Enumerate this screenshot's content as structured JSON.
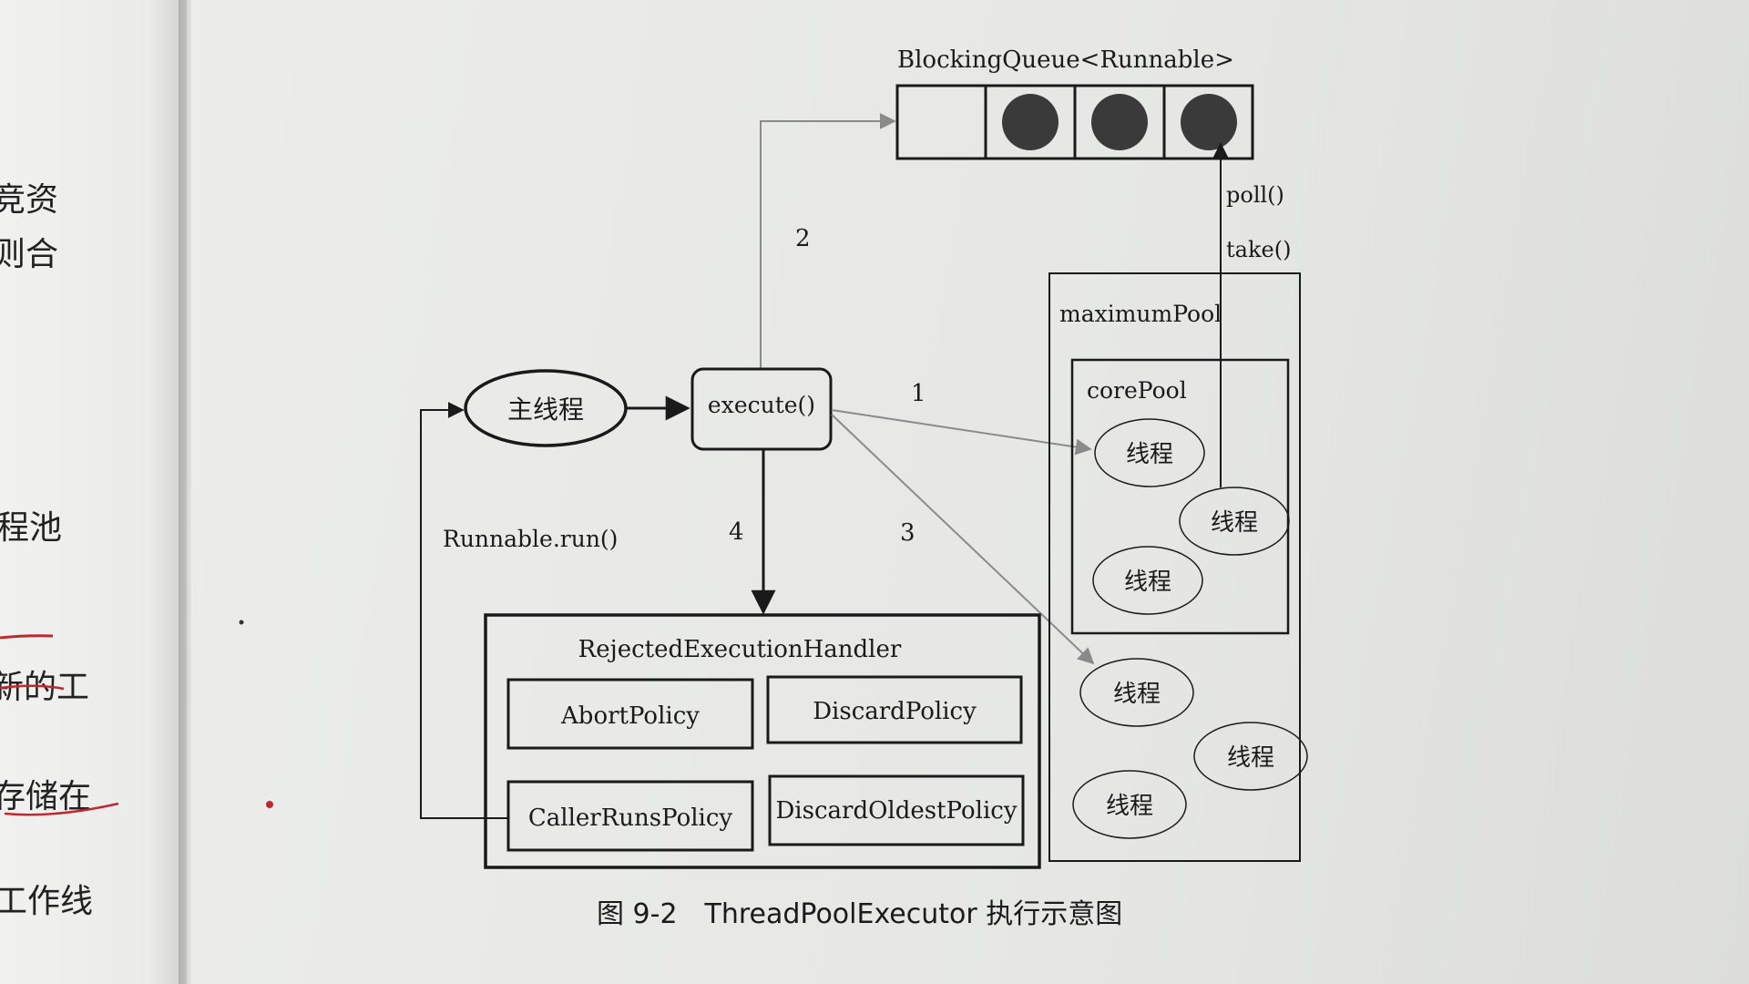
{
  "left_fragments": [
    "竞资",
    "则合",
    "程池",
    "新的工",
    "存储在",
    "工作线"
  ],
  "queue": {
    "label": "BlockingQueue<Runnable>",
    "filled_slots": 3,
    "total_slots": 4
  },
  "nodes": {
    "main_thread": "主线程",
    "execute": "execute()",
    "maximum_pool": "maximumPool",
    "core_pool": "corePool",
    "thread": "线程"
  },
  "edges": {
    "step1": "1",
    "step2": "2",
    "step3": "3",
    "step4": "4",
    "poll": "poll()",
    "take": "take()",
    "runnable_run": "Runnable.run()"
  },
  "handler": {
    "title": "RejectedExecutionHandler",
    "policies": [
      "AbortPolicy",
      "DiscardPolicy",
      "CallerRunsPolicy",
      "DiscardOldestPolicy"
    ]
  },
  "caption": "图 9-2　ThreadPoolExecutor 执行示意图",
  "colors": {
    "ink": "#1a1a1a",
    "gray_arrow": "#8a8a8a",
    "annotation_red": "#c0282f",
    "ball": "#3a3a3a"
  }
}
